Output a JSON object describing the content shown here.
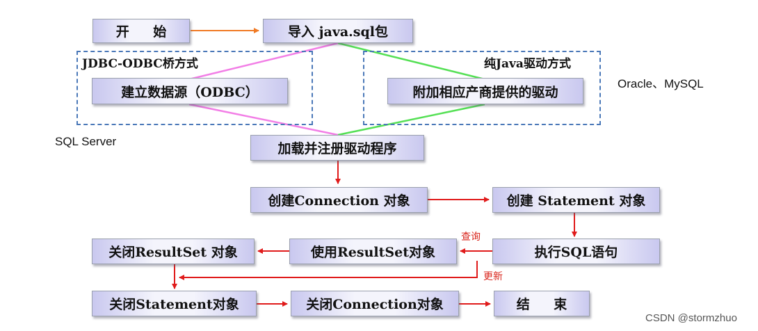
{
  "colors": {
    "forward_arrow": "#f07a24",
    "flow_arrow": "#e01b1b",
    "jdbc_odbc_path": "#f27ee6",
    "pure_java_path": "#55e055",
    "group_border": "#4a78b8",
    "annotation": "#d9241b"
  },
  "nodes": {
    "start": "开  始",
    "import": "导入 java.sql包",
    "odbc_source": "建立数据源（ODBC）",
    "vendor_driver": "附加相应产商提供的驱动",
    "load_driver": "加载并注册驱动程序",
    "create_connection": "创建Connection 对象",
    "create_statement": "创建 Statement 对象",
    "execute_sql": "执行SQL语句",
    "use_resultset": "使用ResultSet对象",
    "close_resultset": "关闭ResultSet 对象",
    "close_statement": "关闭Statement对象",
    "close_connection": "关闭Connection对象",
    "end": "结  束"
  },
  "groups": {
    "jdbc_odbc": "JDBC-ODBC桥方式",
    "pure_java": "纯Java驱动方式"
  },
  "side_labels": {
    "oracle_mysql": "Oracle、MySQL",
    "sql_server": "SQL Server"
  },
  "edge_labels": {
    "query": "查询",
    "update": "更新"
  },
  "watermark": "CSDN @stormzhuo"
}
